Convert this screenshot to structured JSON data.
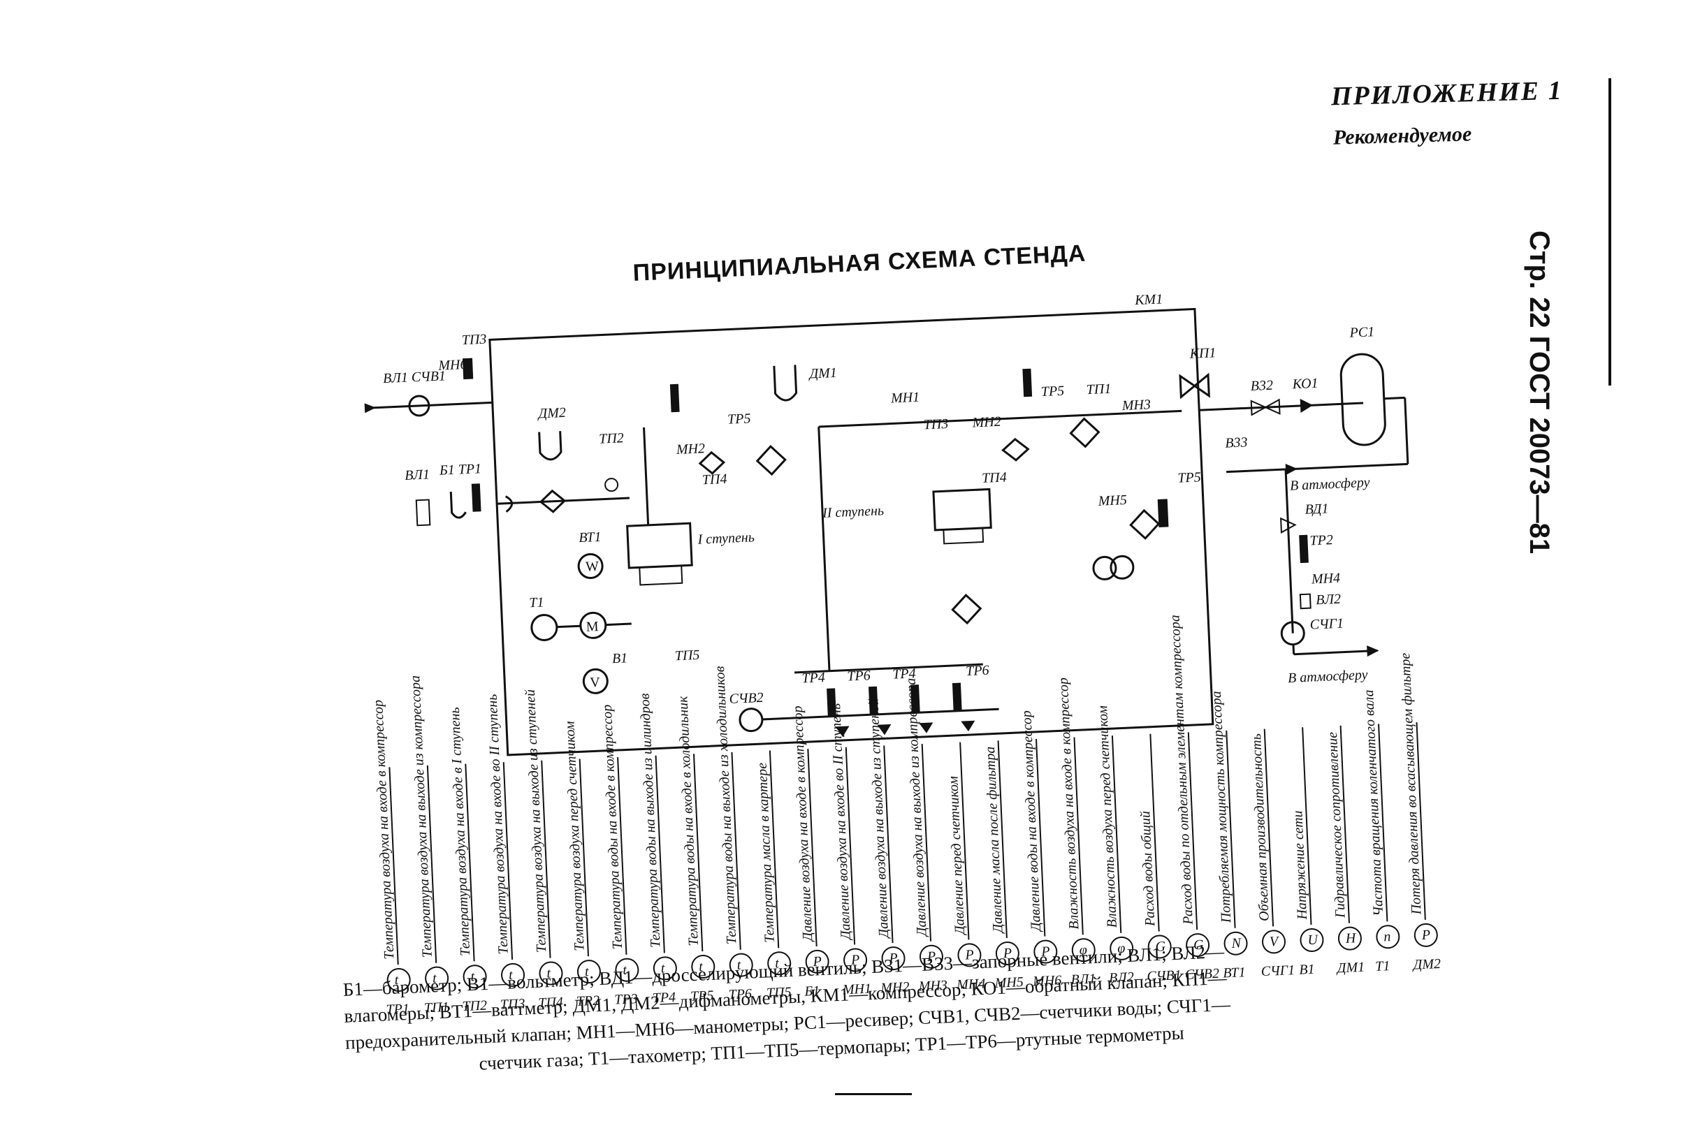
{
  "header": {
    "appendix": "ПРИЛОЖЕНИЕ 1",
    "recommended": "Рекомендуемое",
    "page_ref": "Стр. 22 ГОСТ 20073—81"
  },
  "diagram": {
    "title": "ПРИНЦИПИАЛЬНАЯ СХЕМА СТЕНДА",
    "labels": {
      "km1": "КМ1",
      "tp3_top": "ТП3",
      "vl1_top": "ВЛ1 СЧВ1",
      "mn6": "МН6",
      "dm2": "ДМ2",
      "dm1": "ДМ1",
      "tp2": "ТП2",
      "vl1": "ВЛ1",
      "b1_tr1": "Б1 ТР1",
      "vt1": "ВТ1",
      "t1": "Т1",
      "v1": "В1",
      "tr5_a": "ТР5",
      "mn2_a": "МН2",
      "tp4_a": "ТП4",
      "stage1": "I ступень",
      "mn1": "МН1",
      "tp3_mid": "ТП3",
      "mn2_b": "МН2",
      "stage2": "II ступень",
      "tp4_b": "ТП4",
      "tr5_b": "ТР5",
      "tp1": "ТП1",
      "mn3": "МН3",
      "mn5": "МН5",
      "tp5": "ТП5",
      "tr4_a": "ТР4",
      "tr6_a": "ТР6",
      "tr4_b": "ТР4",
      "tr6_b": "ТР6",
      "schv2": "СЧВ2",
      "kp1": "КП1",
      "rs1": "РС1",
      "v32": "В32",
      "ko1": "КО1",
      "v33": "В33",
      "tr5_c": "ТР5",
      "to_atm_1": "В атмосферу",
      "vd1": "ВД1",
      "tr2": "ТР2",
      "mn4": "МН4",
      "vl2": "ВЛ2",
      "schg1": "СЧГ1",
      "to_atm_2": "В атмосферу"
    },
    "instruments": [
      {
        "name": "Температура воздуха на входе в компрессор",
        "symbol": "t",
        "code": "ТР1"
      },
      {
        "name": "Температура воздуха на выходе из компрессора",
        "symbol": "t",
        "code": "ТП1"
      },
      {
        "name": "Температура воздуха на входе в I ступень",
        "symbol": "t",
        "code": "ТП2"
      },
      {
        "name": "Температура воздуха на входе во II ступень",
        "symbol": "t",
        "code": "ТП3"
      },
      {
        "name": "Температура воздуха на выходе из ступеней",
        "symbol": "t",
        "code": "ТП4"
      },
      {
        "name": "Температура воздуха перед счетчиком",
        "symbol": "t",
        "code": "ТР2"
      },
      {
        "name": "Температура воды на входе в компрессор",
        "symbol": "t",
        "code": "ТР3"
      },
      {
        "name": "Температура воды на выходе из цилиндров",
        "symbol": "t",
        "code": "ТР4"
      },
      {
        "name": "Температура воды на входе в холодильник",
        "symbol": "t",
        "code": "ТР5"
      },
      {
        "name": "Температура воды на выходе из холодильников",
        "symbol": "t",
        "code": "ТР6"
      },
      {
        "name": "Температура масла в картере",
        "symbol": "t",
        "code": "ТП5"
      },
      {
        "name": "Давление воздуха на входе в компрессор",
        "symbol": "P",
        "code": "Б1"
      },
      {
        "name": "Давление воздуха на входе во II ступень",
        "symbol": "P",
        "code": "МН1"
      },
      {
        "name": "Давление воздуха на выходе из ступеней",
        "symbol": "P",
        "code": "МН2"
      },
      {
        "name": "Давление воздуха на выходе из компрессора",
        "symbol": "P",
        "code": "МН3"
      },
      {
        "name": "Давление перед счетчиком",
        "symbol": "P",
        "code": "МН4"
      },
      {
        "name": "Давление масла после фильтра",
        "symbol": "P",
        "code": "МН5"
      },
      {
        "name": "Давление воды на входе в компрессор",
        "symbol": "P",
        "code": "МН6"
      },
      {
        "name": "Влажность воздуха на входе в компрессор",
        "symbol": "φ",
        "code": "ВЛ1"
      },
      {
        "name": "Влажность воздуха перед счетчиком",
        "symbol": "φ",
        "code": "ВЛ2"
      },
      {
        "name": "Расход воды общий",
        "symbol": "G",
        "code": "СЧВ1"
      },
      {
        "name": "Расход воды по отдельным элементам компрессора",
        "symbol": "G",
        "code": "СЧВ2"
      },
      {
        "name": "Потребляемая мощность компрессора",
        "symbol": "N",
        "code": "ВТ1"
      },
      {
        "name": "Объемная производительность",
        "symbol": "V",
        "code": "СЧГ1"
      },
      {
        "name": "Напряжение сети",
        "symbol": "U",
        "code": "В1"
      },
      {
        "name": "Гидравлическое сопротивление",
        "symbol": "H",
        "code": "ДМ1"
      },
      {
        "name": "Частота вращения коленчатого вала",
        "symbol": "n",
        "code": "Т1"
      },
      {
        "name": "Потеря давления во всасывающем фильтре",
        "symbol": "P",
        "code": "ДМ2"
      }
    ]
  },
  "legend": {
    "line1": "Б1—барометр; В1—вольтметр; ВД1—дросселирующий вентиль; В31—В33—запорные вентили; ВЛ1; ВЛ2—",
    "line2": "влагомеры; ВТ1—ваттметр; ДМ1, ДМ2—дифманометры, КМ1—компрессор; КО1—обратный клапан; КП1—",
    "line3": "предохранительный клапан; МН1—МН6—манометры; РС1—ресивер; СЧВ1, СЧВ2—счетчики воды; СЧГ1—",
    "line4": "счетчик газа; Т1—тахометр; ТП1—ТП5—термопары; ТР1—ТР6—ртутные термометры"
  }
}
